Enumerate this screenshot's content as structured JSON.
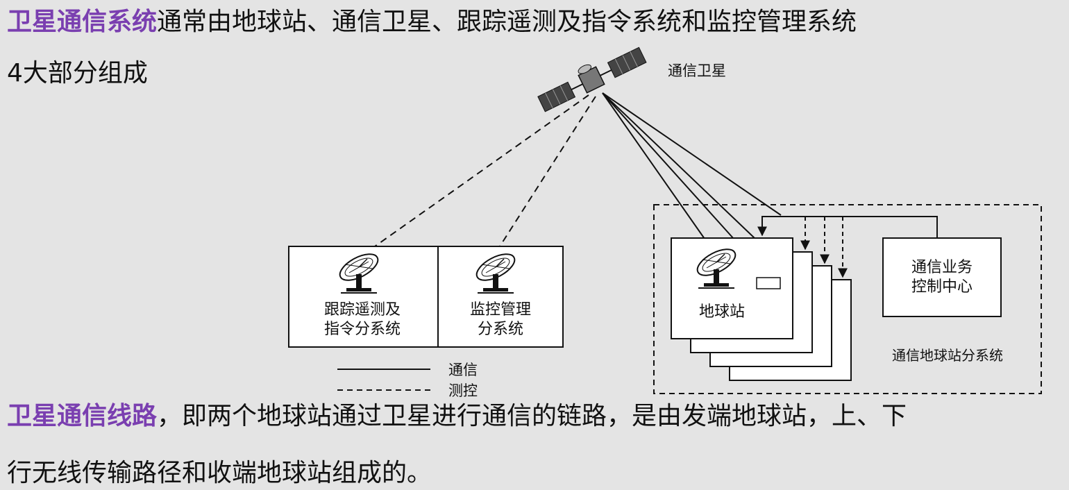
{
  "intro": {
    "highlight": "卫星通信系统",
    "text": "通常由地球站、通信卫星、跟踪遥测及指令系统和监控管理系统",
    "text_line2": "4大部分组成"
  },
  "diagram": {
    "satellite_label": "通信卫星",
    "tracking_line1": "跟踪遥测及",
    "tracking_line2": "指令分系统",
    "monitor_line1": "监控管理",
    "monitor_line2": "分系统",
    "earth_station_label": "地球站",
    "control_center_line1": "通信业务",
    "control_center_line2": "控制中心",
    "subsystem_label": "通信地球站分系统",
    "legend": {
      "solid_label": "通信",
      "dashed_label": "测控"
    }
  },
  "link": {
    "highlight": "卫星通信线路",
    "text": "，即两个地球站通过卫星进行通信的链路，是由发端地球站，上、下",
    "text_line2": "行无线传输路径和收端地球站组成的。"
  },
  "colors": {
    "highlight": "#7a3fb0",
    "background": "#e4e4e4",
    "line": "#111111"
  }
}
